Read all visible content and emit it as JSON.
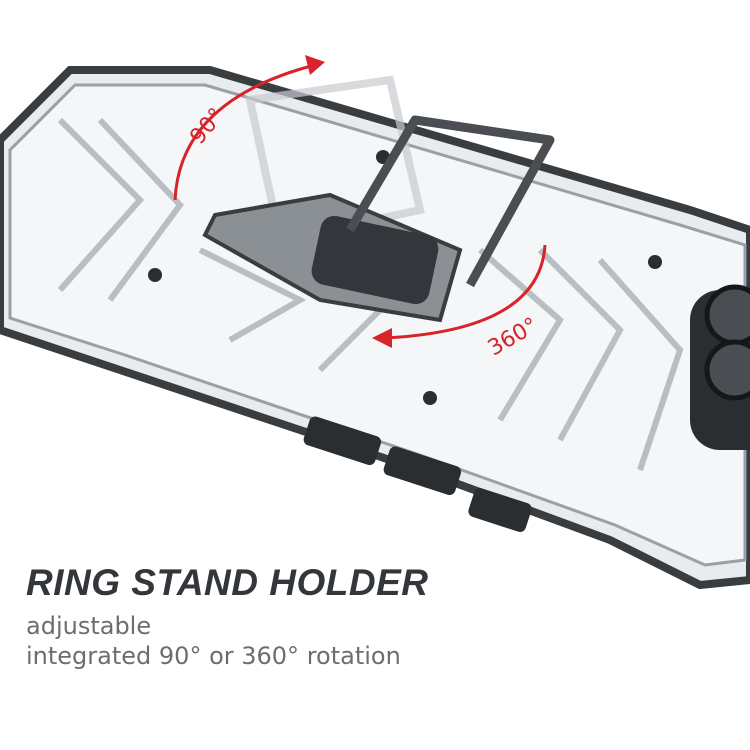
{
  "product": {
    "title": "RING STAND HOLDER",
    "subtitle_1": "adjustable",
    "subtitle_2": "integrated 90° or 360° rotation"
  },
  "annotations": {
    "angle_tilt": "90°",
    "angle_rotate": "360°"
  },
  "colors": {
    "accent": "#d8232a",
    "text_dark": "#33373b",
    "text_gray": "#6a6e72"
  }
}
